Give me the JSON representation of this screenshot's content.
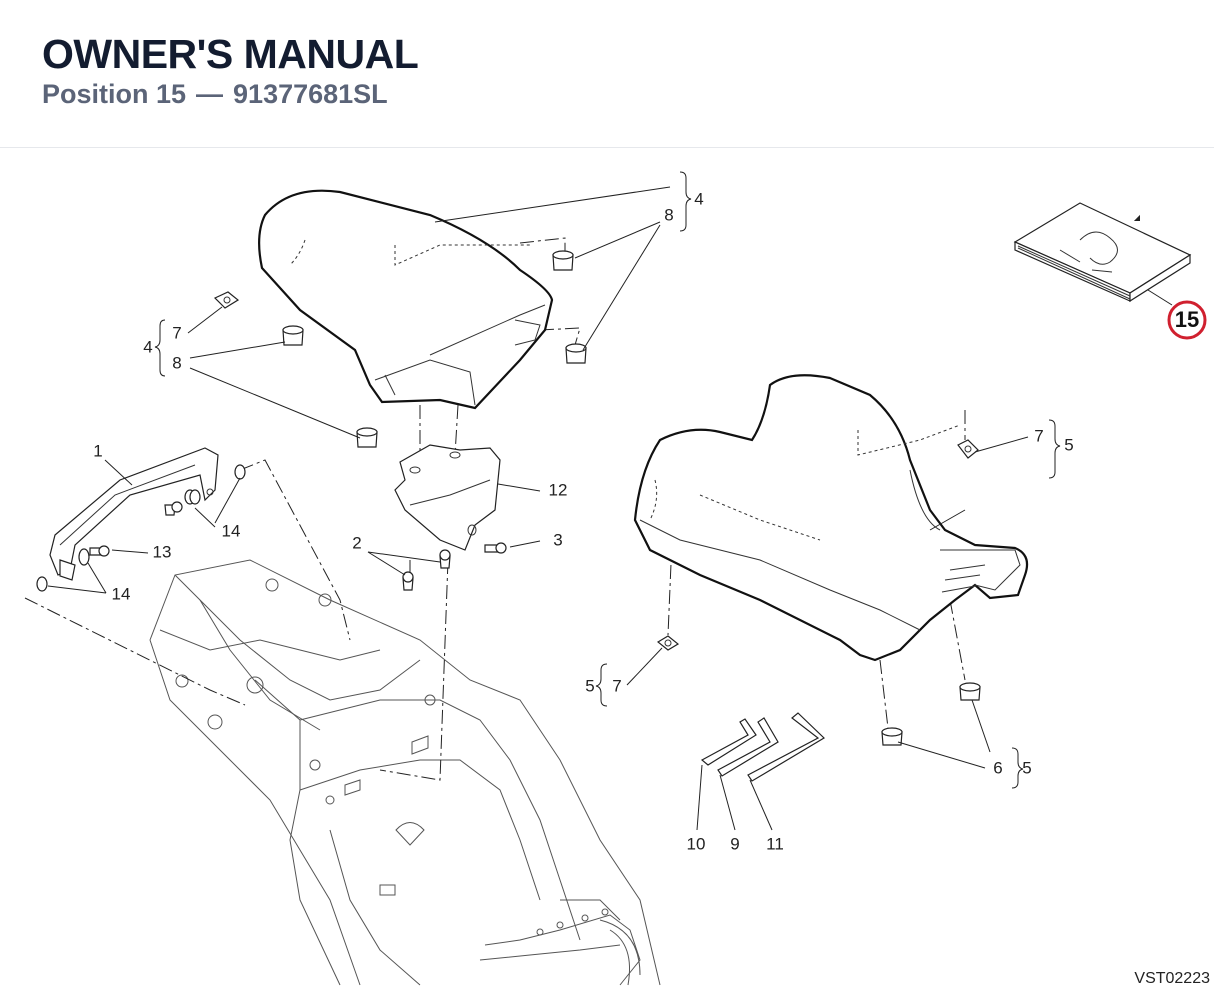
{
  "header": {
    "title": "OWNER'S MANUAL",
    "position_label": "Position 15",
    "separator": "—",
    "part_number": "91377681SL"
  },
  "diagram": {
    "highlight_color": "#d0202f",
    "highlighted_position": "15",
    "callouts": {
      "c1": "1",
      "c2": "2",
      "c3": "3",
      "c4_top": "4",
      "c4_left": "4",
      "c5_right": "5",
      "c5_left": "5",
      "c5_bottom": "5",
      "c6": "6",
      "c7_left": "7",
      "c7_right": "7",
      "c7_bottom": "7",
      "c8_top": "8",
      "c8_left": "8",
      "c9": "9",
      "c10": "10",
      "c11": "11",
      "c12": "12",
      "c13": "13",
      "c14_a": "14",
      "c14_b": "14"
    },
    "drawing_code": "VST02223"
  }
}
